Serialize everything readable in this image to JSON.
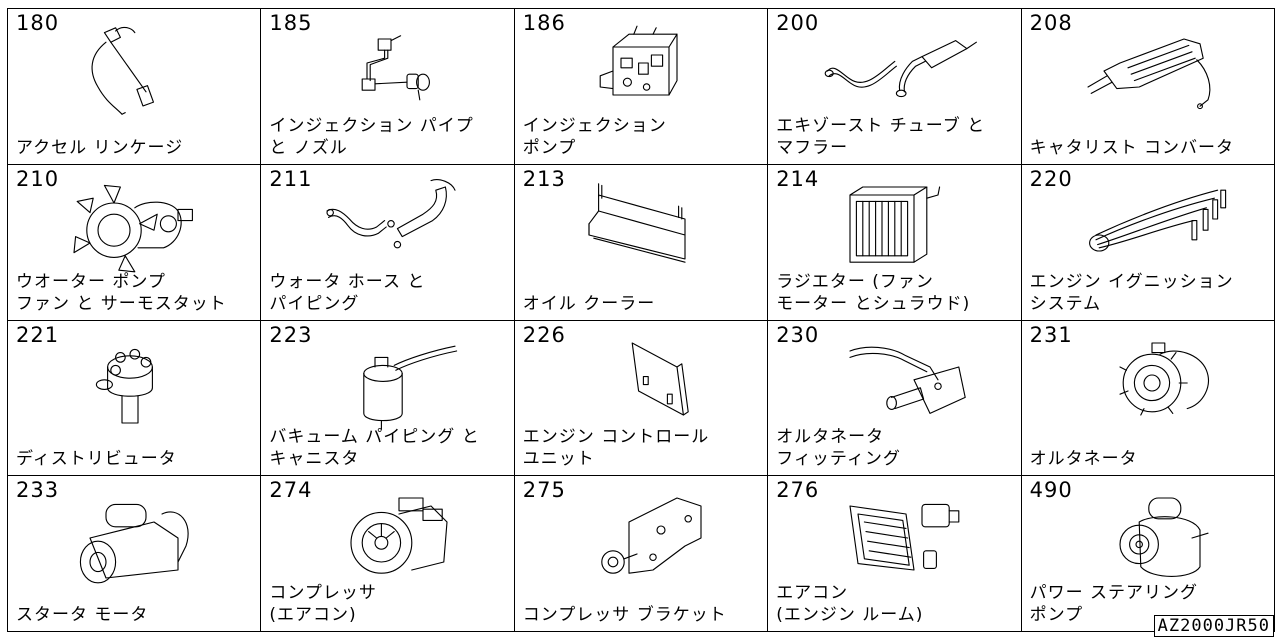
{
  "parts": [
    {
      "code": "180",
      "name": "アクセル リンケージ",
      "icon": "accelerator-linkage-icon"
    },
    {
      "code": "185",
      "name": "インジェクション パイプ\nと ノズル",
      "icon": "injection-pipe-nozzle-icon"
    },
    {
      "code": "186",
      "name": "インジェクション\nポンプ",
      "icon": "injection-pump-icon"
    },
    {
      "code": "200",
      "name": "エキゾースト チューブ と\nマフラー",
      "icon": "exhaust-tube-muffler-icon"
    },
    {
      "code": "208",
      "name": "キャタリスト コンバータ",
      "icon": "catalytic-converter-icon"
    },
    {
      "code": "210",
      "name": "ウオーター ポンプ\nファン と サーモスタット",
      "icon": "water-pump-fan-icon"
    },
    {
      "code": "211",
      "name": "ウォータ ホース と\nパイピング",
      "icon": "water-hose-icon"
    },
    {
      "code": "213",
      "name": "オイル クーラー",
      "icon": "oil-cooler-icon"
    },
    {
      "code": "214",
      "name": "ラジエター (ファン\nモーター とシュラウド)",
      "icon": "radiator-icon"
    },
    {
      "code": "220",
      "name": "エンジン イグニッション\nシステム",
      "icon": "ignition-system-icon"
    },
    {
      "code": "221",
      "name": "ディストリビュータ",
      "icon": "distributor-icon"
    },
    {
      "code": "223",
      "name": "バキューム パイピング と\nキャニスタ",
      "icon": "vacuum-canister-icon"
    },
    {
      "code": "226",
      "name": "エンジン コントロール\nユニット",
      "icon": "control-unit-icon"
    },
    {
      "code": "230",
      "name": "オルタネータ\nフィッティング",
      "icon": "alternator-fitting-icon"
    },
    {
      "code": "231",
      "name": "オルタネータ",
      "icon": "alternator-icon"
    },
    {
      "code": "233",
      "name": "スタータ モータ",
      "icon": "starter-motor-icon"
    },
    {
      "code": "274",
      "name": "コンプレッサ\n(エアコン)",
      "icon": "compressor-icon"
    },
    {
      "code": "275",
      "name": "コンプレッサ ブラケット",
      "icon": "compressor-bracket-icon"
    },
    {
      "code": "276",
      "name": "エアコン\n(エンジン ルーム)",
      "icon": "ac-engine-room-icon"
    },
    {
      "code": "490",
      "name": "パワー ステアリング\nポンプ",
      "icon": "power-steering-pump-icon"
    }
  ],
  "reference_code": "AZ2000JR50"
}
